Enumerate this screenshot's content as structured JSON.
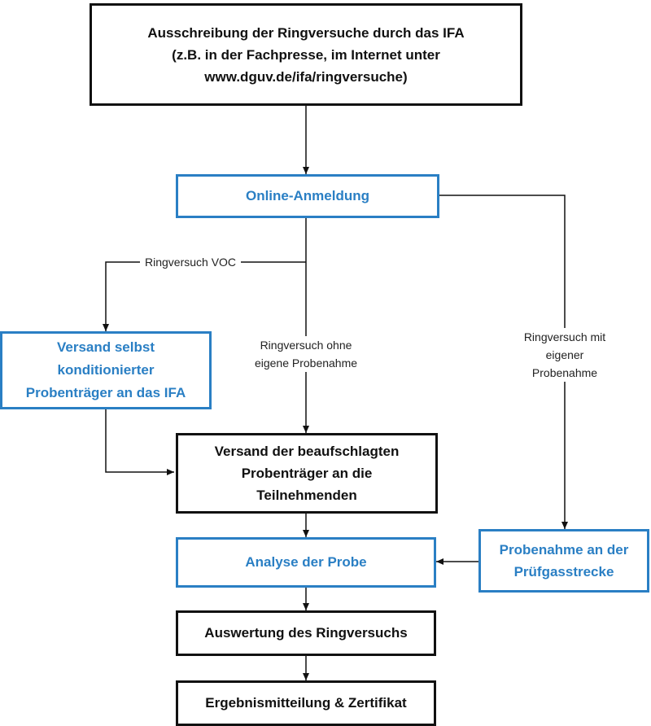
{
  "colors": {
    "black": "#111111",
    "blue": "#2a7fc4",
    "line": "#111111"
  },
  "boxes": {
    "ausschreibung": {
      "lines": [
        "Ausschreibung der Ringversuche durch das IFA",
        "(z.B. in der Fachpresse, im Internet unter",
        "www.dguv.de/ifa/ringversuche)"
      ]
    },
    "anmeldung": {
      "lines": [
        "Online-Anmeldung"
      ]
    },
    "versand_selbst": {
      "lines": [
        "Versand selbst",
        "konditionierter",
        "Probenträger an das IFA"
      ]
    },
    "versand_beaufschlagt": {
      "lines": [
        "Versand der beaufschlagten",
        "Probenträger an die",
        "Teilnehmenden"
      ]
    },
    "analyse": {
      "lines": [
        "Analyse der Probe"
      ]
    },
    "probenahme": {
      "lines": [
        "Probenahme an der",
        "Prüfgasstrecke"
      ]
    },
    "auswertung": {
      "lines": [
        "Auswertung des Ringversuchs"
      ]
    },
    "ergebnis": {
      "lines": [
        "Ergebnismitteilung & Zertifikat"
      ]
    }
  },
  "labels": {
    "voc": {
      "lines": [
        "Ringversuch VOC"
      ]
    },
    "ohne": {
      "lines": [
        "Ringversuch ohne",
        "eigene Probenahme"
      ]
    },
    "mit": {
      "lines": [
        "Ringversuch mit",
        "eigener",
        "Probenahme"
      ]
    }
  }
}
